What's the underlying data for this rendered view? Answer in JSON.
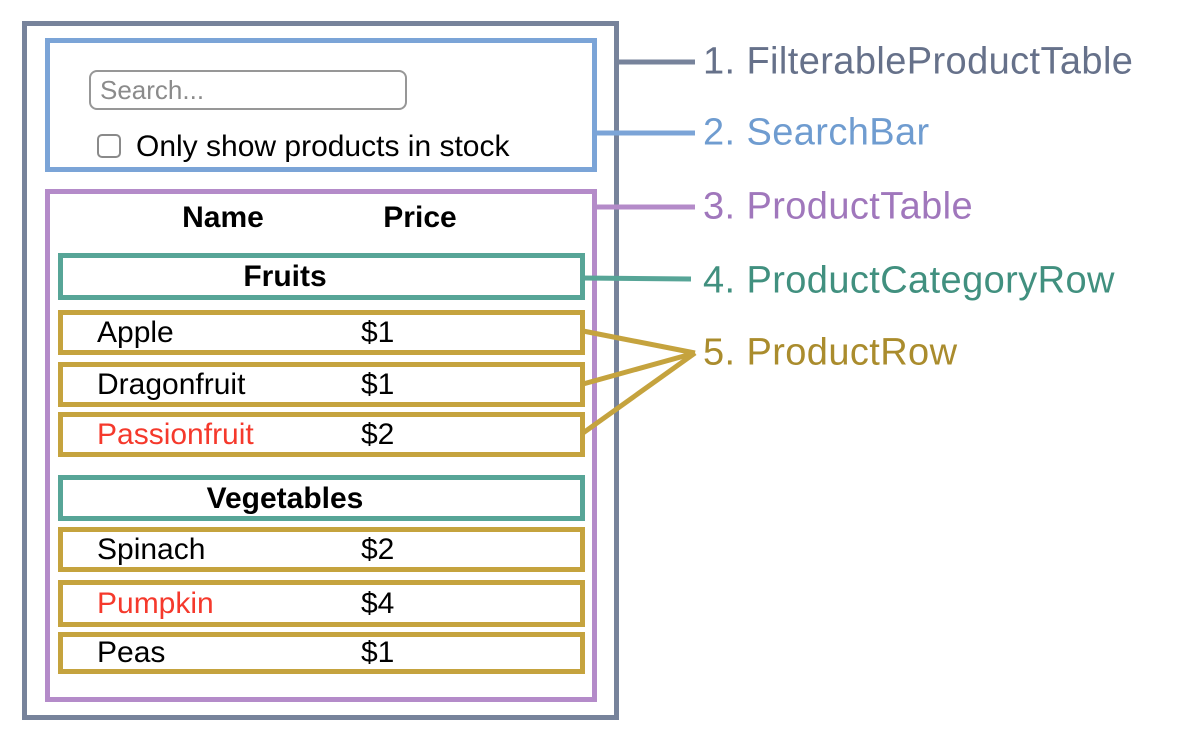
{
  "filterable_product_table": {
    "search_bar": {
      "search_placeholder": "Search...",
      "stock_checkbox_label": "Only show products in stock",
      "checkbox_checked": false
    },
    "product_table": {
      "columns": [
        "Name",
        "Price"
      ],
      "sections": [
        {
          "category": "Fruits",
          "rows": [
            {
              "name": "Apple",
              "price": "$1",
              "in_stock": true
            },
            {
              "name": "Dragonfruit",
              "price": "$1",
              "in_stock": true
            },
            {
              "name": "Passionfruit",
              "price": "$2",
              "in_stock": false
            }
          ]
        },
        {
          "category": "Vegetables",
          "rows": [
            {
              "name": "Spinach",
              "price": "$2",
              "in_stock": true
            },
            {
              "name": "Pumpkin",
              "price": "$4",
              "in_stock": false
            },
            {
              "name": "Peas",
              "price": "$1",
              "in_stock": true
            }
          ]
        }
      ]
    }
  },
  "annotations": {
    "labels": [
      {
        "label": "1. FilterableProductTable",
        "color": "#66718A"
      },
      {
        "label": "2. SearchBar",
        "color": "#6F9CD0"
      },
      {
        "label": "3. ProductTable",
        "color": "#A077BC"
      },
      {
        "label": "4. ProductCategoryRow",
        "color": "#41907F"
      },
      {
        "label": "5. ProductRow",
        "color": "#AA8C2D"
      }
    ]
  },
  "colors": {
    "outline_filterable_product_table": "#77839B",
    "outline_search_bar": "#7BA4D7",
    "outline_product_table": "#B48BC9",
    "outline_product_category_row": "#57A597",
    "outline_product_row": "#C5A33E",
    "out_of_stock_text": "#F5392C"
  }
}
